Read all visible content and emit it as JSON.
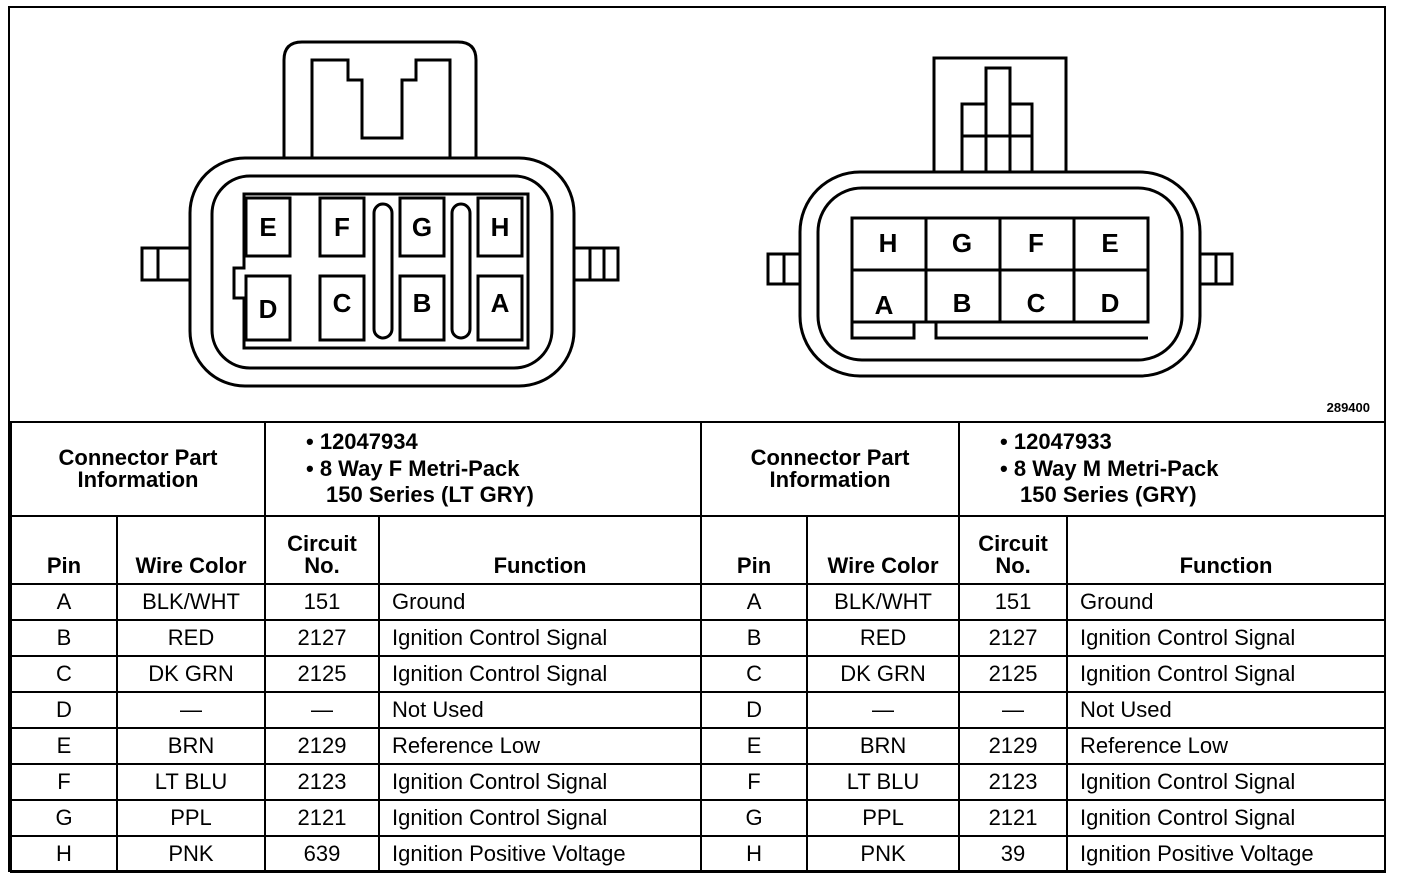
{
  "drawing_id": "289400",
  "left_connector": {
    "top_row_pins": [
      "E",
      "F",
      "G",
      "H"
    ],
    "bottom_row_pins": [
      "D",
      "C",
      "B",
      "A"
    ]
  },
  "right_connector": {
    "top_row_pins": [
      "H",
      "G",
      "F",
      "E"
    ],
    "bottom_row_pins": [
      "A",
      "B",
      "C",
      "D"
    ]
  },
  "table": {
    "left": {
      "part_header": [
        "Connector Part",
        "Information"
      ],
      "part_number": "• 12047934",
      "part_desc_1": "• 8 Way F Metri-Pack",
      "part_desc_2": "150 Series (LT GRY)",
      "col_pin": "Pin",
      "col_wire": "Wire Color",
      "col_circuit_1": "Circuit",
      "col_circuit_2": "No.",
      "col_function": "Function",
      "rows": [
        {
          "pin": "A",
          "wire": "BLK/WHT",
          "circuit": "151",
          "function": "Ground"
        },
        {
          "pin": "B",
          "wire": "RED",
          "circuit": "2127",
          "function": "Ignition Control Signal"
        },
        {
          "pin": "C",
          "wire": "DK GRN",
          "circuit": "2125",
          "function": "Ignition Control Signal"
        },
        {
          "pin": "D",
          "wire": "—",
          "circuit": "—",
          "function": "Not Used"
        },
        {
          "pin": "E",
          "wire": "BRN",
          "circuit": "2129",
          "function": "Reference Low"
        },
        {
          "pin": "F",
          "wire": "LT BLU",
          "circuit": "2123",
          "function": "Ignition Control Signal"
        },
        {
          "pin": "G",
          "wire": "PPL",
          "circuit": "2121",
          "function": "Ignition Control Signal"
        },
        {
          "pin": "H",
          "wire": "PNK",
          "circuit": "639",
          "function": "Ignition Positive Voltage"
        }
      ]
    },
    "right": {
      "part_header": [
        "Connector Part",
        "Information"
      ],
      "part_number": "• 12047933",
      "part_desc_1": "• 8 Way M Metri-Pack",
      "part_desc_2": "150 Series (GRY)",
      "col_pin": "Pin",
      "col_wire": "Wire Color",
      "col_circuit_1": "Circuit",
      "col_circuit_2": "No.",
      "col_function": "Function",
      "rows": [
        {
          "pin": "A",
          "wire": "BLK/WHT",
          "circuit": "151",
          "function": "Ground"
        },
        {
          "pin": "B",
          "wire": "RED",
          "circuit": "2127",
          "function": "Ignition Control Signal"
        },
        {
          "pin": "C",
          "wire": "DK GRN",
          "circuit": "2125",
          "function": "Ignition Control Signal"
        },
        {
          "pin": "D",
          "wire": "—",
          "circuit": "—",
          "function": "Not Used"
        },
        {
          "pin": "E",
          "wire": "BRN",
          "circuit": "2129",
          "function": "Reference Low"
        },
        {
          "pin": "F",
          "wire": "LT BLU",
          "circuit": "2123",
          "function": "Ignition Control Signal"
        },
        {
          "pin": "G",
          "wire": "PPL",
          "circuit": "2121",
          "function": "Ignition Control Signal"
        },
        {
          "pin": "H",
          "wire": "PNK",
          "circuit": "39",
          "function": "Ignition Positive Voltage"
        }
      ]
    }
  }
}
